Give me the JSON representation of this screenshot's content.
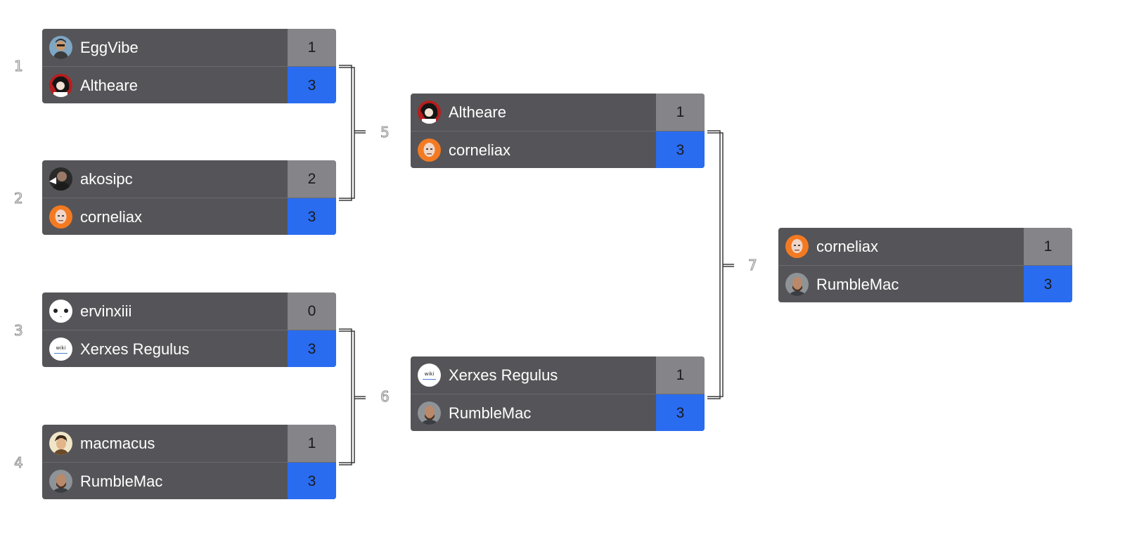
{
  "bracket": {
    "round1": [
      {
        "number": "1",
        "players": [
          {
            "name": "EggVibe",
            "score": "1",
            "win": false,
            "avatar": "eggvibe"
          },
          {
            "name": "Altheare",
            "score": "3",
            "win": true,
            "avatar": "altheare"
          }
        ]
      },
      {
        "number": "2",
        "players": [
          {
            "name": "akosipc",
            "score": "2",
            "win": false,
            "avatar": "akosipc"
          },
          {
            "name": "corneliax",
            "score": "3",
            "win": true,
            "avatar": "corneliax"
          }
        ]
      },
      {
        "number": "3",
        "players": [
          {
            "name": "ervinxiii",
            "score": "0",
            "win": false,
            "avatar": "ervinxiii"
          },
          {
            "name": "Xerxes Regulus",
            "score": "3",
            "win": true,
            "avatar": "wiki"
          }
        ]
      },
      {
        "number": "4",
        "players": [
          {
            "name": "macmacus",
            "score": "1",
            "win": false,
            "avatar": "macmacus"
          },
          {
            "name": "RumbleMac",
            "score": "3",
            "win": true,
            "avatar": "rumblemac"
          }
        ]
      }
    ],
    "round2": [
      {
        "number": "5",
        "players": [
          {
            "name": "Altheare",
            "score": "1",
            "win": false,
            "avatar": "altheare"
          },
          {
            "name": "corneliax",
            "score": "3",
            "win": true,
            "avatar": "corneliax"
          }
        ]
      },
      {
        "number": "6",
        "players": [
          {
            "name": "Xerxes Regulus",
            "score": "1",
            "win": false,
            "avatar": "wiki"
          },
          {
            "name": "RumbleMac",
            "score": "3",
            "win": true,
            "avatar": "rumblemac"
          }
        ]
      }
    ],
    "final": [
      {
        "number": "7",
        "players": [
          {
            "name": "corneliax",
            "score": "1",
            "win": false,
            "avatar": "corneliax"
          },
          {
            "name": "RumbleMac",
            "score": "3",
            "win": true,
            "avatar": "rumblemac"
          }
        ]
      }
    ]
  },
  "avatar_text": {
    "wiki": "wiki"
  },
  "colors": {
    "row_bg": "#555559",
    "score_bg": "#858589",
    "win_bg": "#2a6cf0",
    "connector": "#333333"
  }
}
